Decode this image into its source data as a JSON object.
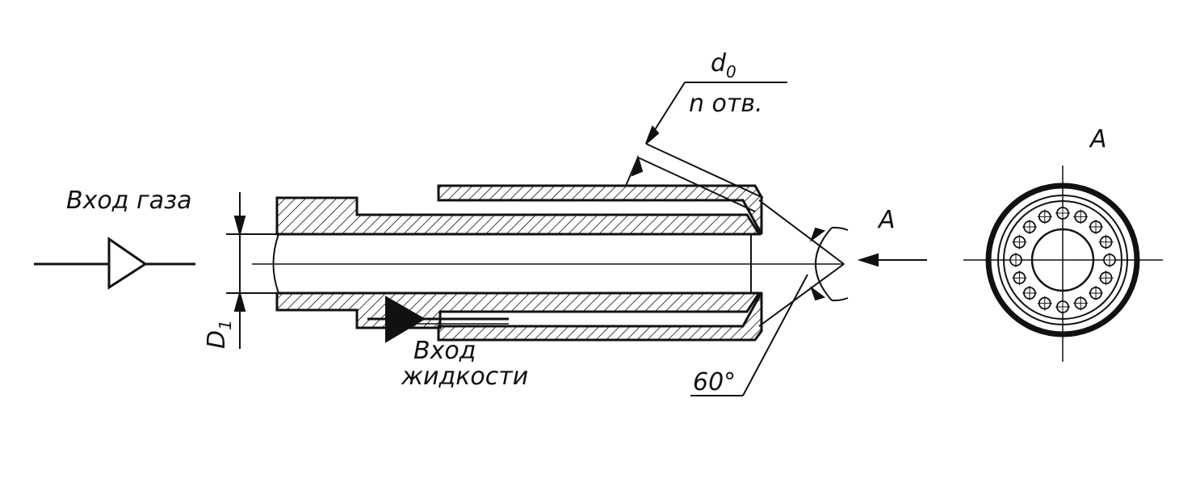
{
  "labels": {
    "gas_inlet": "Вход газа",
    "liquid_inlet_line1": "Вход",
    "liquid_inlet_line2": "жидкости",
    "hole_diameter": "d",
    "hole_diameter_sub": "0",
    "hole_count": "n отв.",
    "angle": "60°",
    "view_arrow": "A",
    "view_title": "A",
    "inner_diameter": "D",
    "inner_diameter_sub": "1"
  },
  "colors": {
    "ink": "#111111",
    "paper": "#ffffff"
  },
  "view_a": {
    "hole_count": 16
  }
}
